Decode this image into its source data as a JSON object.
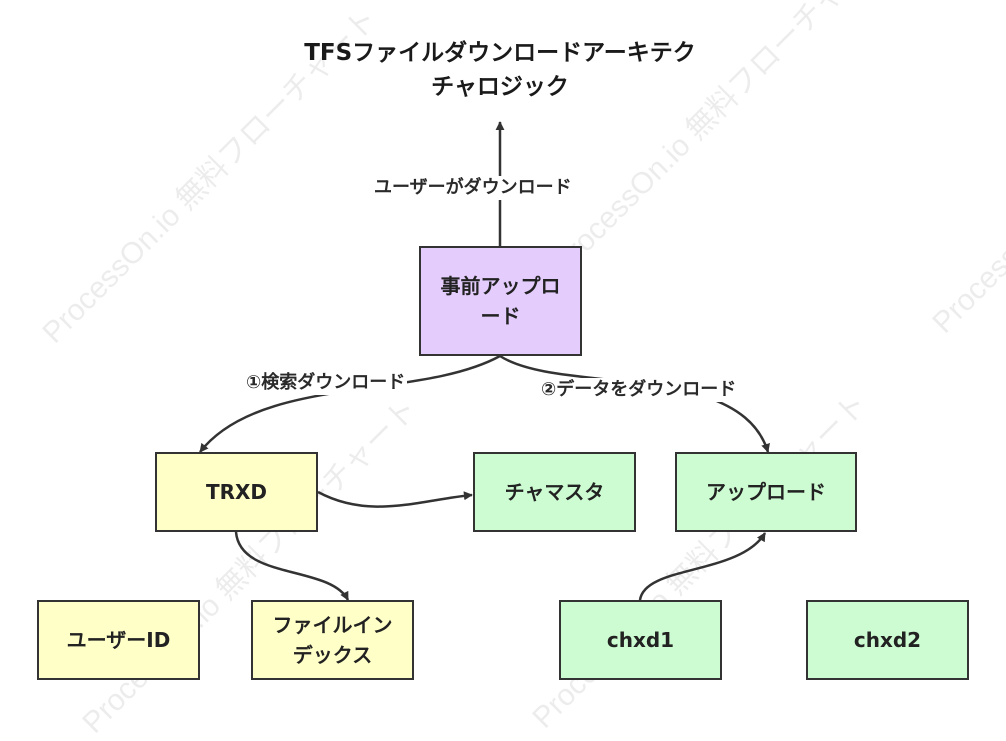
{
  "title": "TFSファイルダウンロードアーキテクチャロジック",
  "watermark": "ProcessOn.io 無料フローチャート",
  "colors": {
    "yellow": "#ffffc8",
    "green": "#cdfcd2",
    "purple": "#e4ccfc",
    "stroke": "#333333"
  },
  "nodes": {
    "pre_upload": "事前アップロード",
    "trxd": "TRXD",
    "chamasta": "チャマスタ",
    "upload": "アップロード",
    "user_id": "ユーザーID",
    "file_index": "ファイルインデックス",
    "chxd1": "chxd1",
    "chxd2": "chxd2"
  },
  "edges": {
    "user_download": "ユーザーがダウンロード",
    "search_download": "①検索ダウンロード",
    "data_download": "②データをダウンロード"
  }
}
